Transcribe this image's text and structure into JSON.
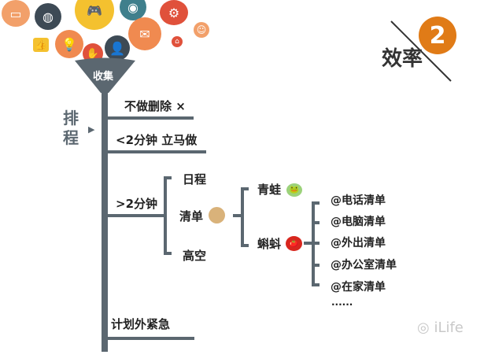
{
  "funnel_label": "收集",
  "side_label": "排程",
  "branches": {
    "no_do": "不做删除 ×",
    "under2": "<2分钟 立马做",
    "over2": ">2分钟",
    "urgent": "计划外紧急"
  },
  "over2_children": [
    "日程",
    "清单",
    "高空"
  ],
  "list_children": {
    "frog": "青蛙",
    "tadpole": "蝌蚪"
  },
  "contexts": [
    "@电话清单",
    "@电脑清单",
    "@外出清单",
    "@办公室清单",
    "@在家清单",
    "......"
  ],
  "badge": {
    "number": "2",
    "title": "效率"
  },
  "watermark": "iLife",
  "colors": {
    "stem": "#5b6770",
    "badge": "#e07b17"
  }
}
